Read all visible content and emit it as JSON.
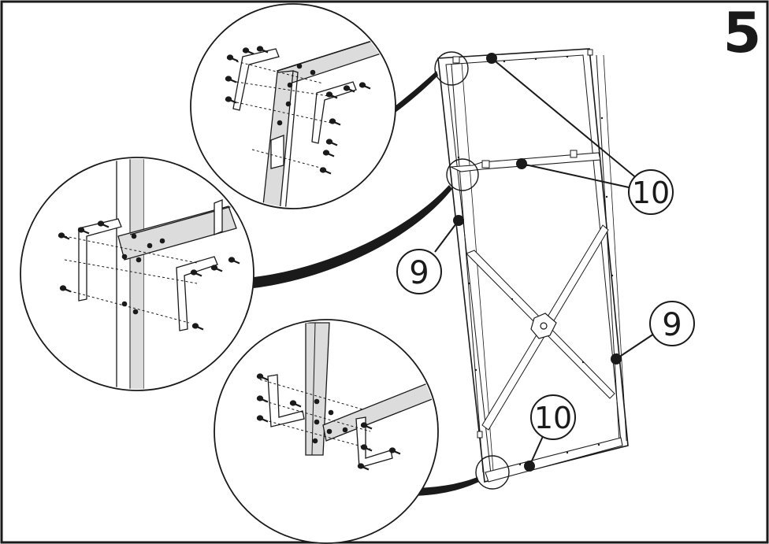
{
  "step": {
    "number": "5"
  },
  "callouts": {
    "part_10_top": "10",
    "part_9_left": "9",
    "part_9_right": "9",
    "part_10_bottom": "10"
  },
  "colors": {
    "ink": "#1a1a1a",
    "paper": "#ffffff",
    "rail": "#dcdcdc"
  },
  "icons": {
    "screw": "screw-icon",
    "bracket": "corner-bracket-icon",
    "dowel": "dowel-icon"
  }
}
